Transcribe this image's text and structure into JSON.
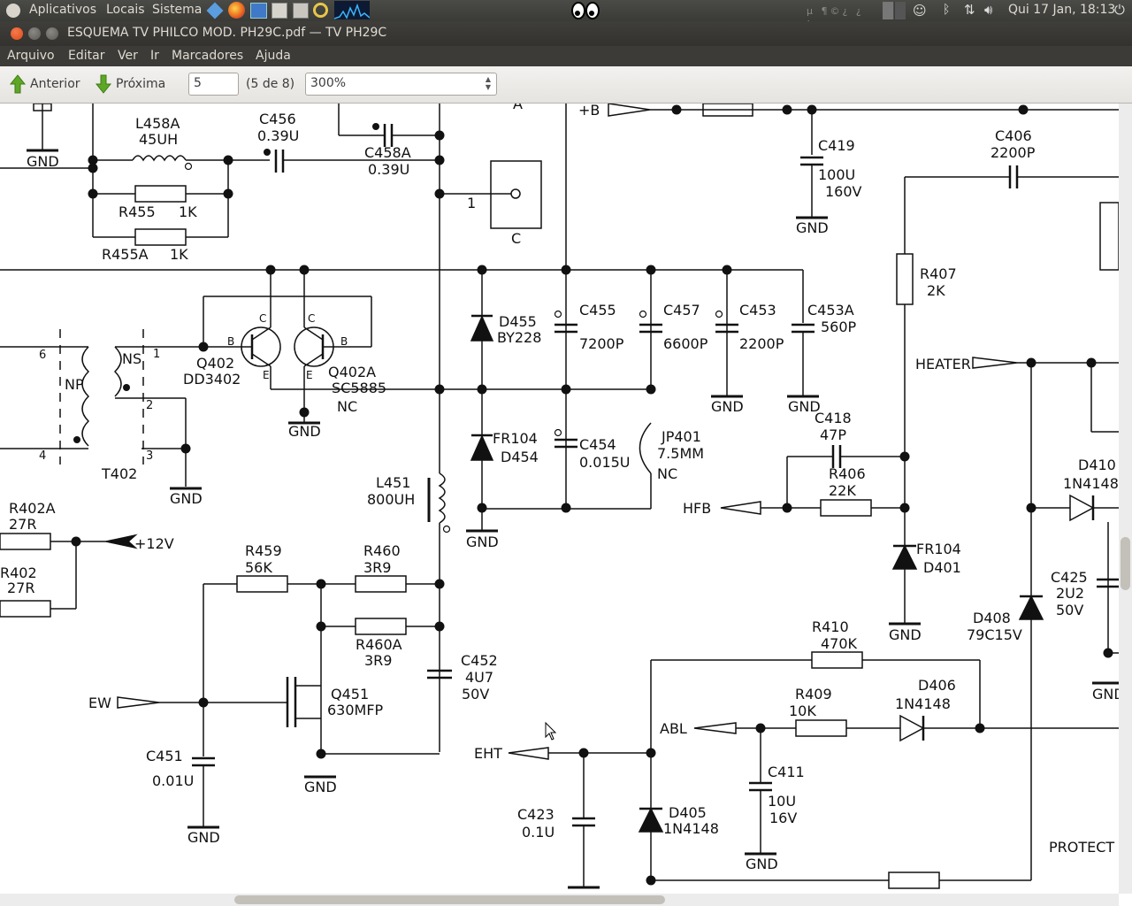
{
  "panel": {
    "menus": [
      "Aplicativos",
      "Locais",
      "Sistema"
    ],
    "indicator_text": "Qui 17 Jan, 18:13"
  },
  "window": {
    "title": "ESQUEMA TV PHILCO MOD. PH29C.pdf — TV PH29C"
  },
  "menubar": [
    "Arquivo",
    "Editar",
    "Ver",
    "Ir",
    "Marcadores",
    "Ajuda"
  ],
  "toolbar": {
    "prev_label": "Anterior",
    "next_label": "Próxima",
    "page_value": "5",
    "page_count": "(5 de 8)",
    "zoom_value": "300%"
  },
  "colors": {
    "panel_bg": "#3c3b37",
    "close_button": "#df4a16",
    "arrow_green": "#4e9a06"
  },
  "schematic": {
    "gnd": "GND",
    "labels": {
      "l458a": "L458A",
      "l458a_v": "45UH",
      "c456": "C456",
      "c456_v": "0.39U",
      "c458a": "C458A",
      "c458a_v": "0.39U",
      "r455": "R455",
      "r455_v": "1K",
      "r455a": "R455A",
      "r455a_v": "1K",
      "a": "A",
      "c": "C",
      "pin1": "1",
      "plusb": "+B",
      "c419": "C419",
      "c419_v1": "100U",
      "c419_v2": "160V",
      "c406": "C406",
      "c406_v": "2200P",
      "r407": "R407",
      "r407_v": "2K",
      "heater": "HEATER",
      "d455": "D455",
      "d455_v": "BY228",
      "c455": "C455",
      "c455_v": "7200P",
      "c457": "C457",
      "c457_v": "6600P",
      "c453": "C453",
      "c453_v": "2200P",
      "c453a": "C453A",
      "c453a_v": "560P",
      "q402": "Q402",
      "q402_v": "DD3402",
      "q402a": "Q402A",
      "q402a_v": "SC5885",
      "q402a_nc": "NC",
      "b": "B",
      "e": "E",
      "cc": "C",
      "ns": "NS",
      "np": "NP",
      "p6": "6",
      "p4": "4",
      "p1": "1",
      "p2": "2",
      "p3": "3",
      "t402": "T402",
      "fr104": "FR104",
      "d454": "D454",
      "c454": "C454",
      "c454_v": "0.015U",
      "jp401": "JP401",
      "jp401_v": "7.5MM",
      "jp401_nc": "NC",
      "c418": "C418",
      "c418_v": "47P",
      "r406": "R406",
      "r406_v": "22K",
      "d410": "D410",
      "d410_v": "1N4148",
      "hfb": "HFB",
      "l451": "L451",
      "l451_v": "800UH",
      "r402a": "R402A",
      "r402a_v": "27R",
      "r402": "R402",
      "r402_v": "27R",
      "plus12": "+12V",
      "r459": "R459",
      "r459_v": "56K",
      "r460": "R460",
      "r460_v": "3R9",
      "r460a": "R460A",
      "r460a_v": "3R9",
      "fr104b": "FR104",
      "d401": "D401",
      "c425": "C425",
      "c425_v1": "2U2",
      "c425_v2": "50V",
      "d408": "D408",
      "d408_v": "79C15V",
      "r410": "R410",
      "r410_v": "470K",
      "c452": "C452",
      "c452_v1": "4U7",
      "c452_v2": "50V",
      "q451": "Q451",
      "q451_v": "630MFP",
      "ew": "EW",
      "r409": "R409",
      "r409_v": "10K",
      "d406": "D406",
      "d406_v": "1N4148",
      "abl": "ABL",
      "c451": "C451",
      "c451_v": "0.01U",
      "eht": "EHT",
      "c411": "C411",
      "c411_v1": "10U",
      "c411_v2": "16V",
      "c423": "C423",
      "c423_v": "0.1U",
      "d405": "D405",
      "d405_v": "1N4148",
      "protect": "PROTECT"
    }
  }
}
